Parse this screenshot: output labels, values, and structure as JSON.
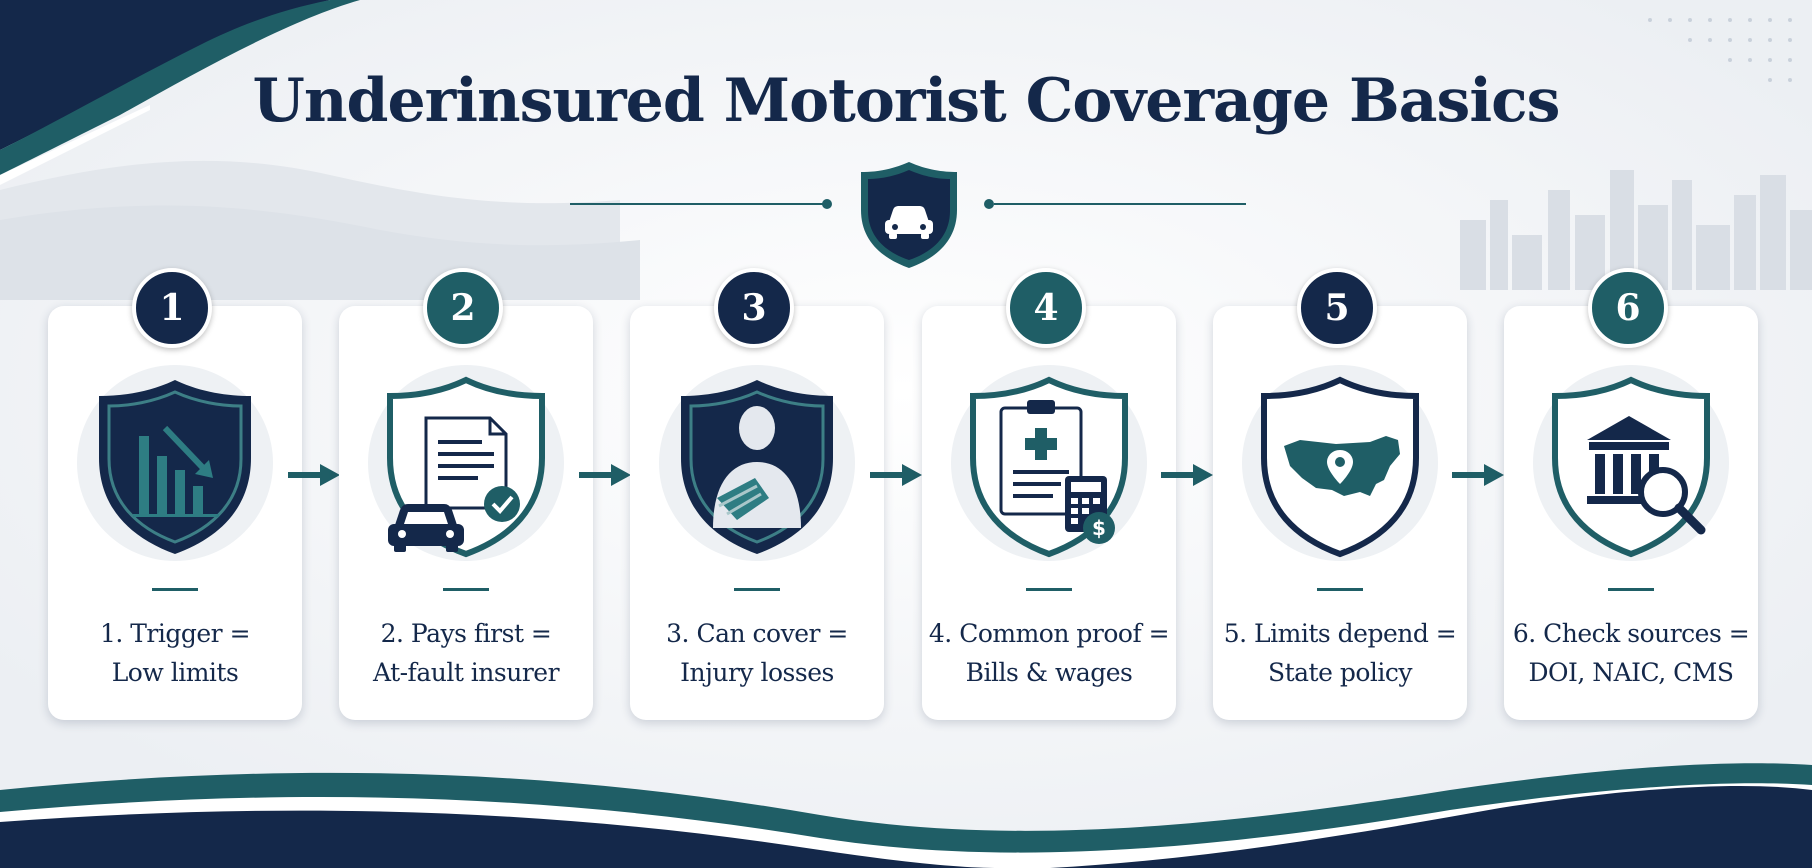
{
  "title": "Underinsured Motorist Coverage Basics",
  "colors": {
    "navy": "#14284a",
    "teal": "#1f5e66",
    "light": "#e9edf2"
  },
  "steps": [
    {
      "number": "1",
      "line1": "1. Trigger =",
      "line2": "Low limits",
      "icon": "falling-chart-shield-icon",
      "badge_color": "#14284a"
    },
    {
      "number": "2",
      "line1": "2. Pays first =",
      "line2": "At-fault insurer",
      "icon": "document-car-check-shield-icon",
      "badge_color": "#1f5e66"
    },
    {
      "number": "3",
      "line1": "3. Can cover =",
      "line2": "Injury losses",
      "icon": "injured-person-shield-icon",
      "badge_color": "#14284a"
    },
    {
      "number": "4",
      "line1": "4. Common proof =",
      "line2": "Bills & wages",
      "icon": "medical-bill-calculator-shield-icon",
      "badge_color": "#1f5e66"
    },
    {
      "number": "5",
      "line1": "5. Limits depend =",
      "line2": "State policy",
      "icon": "us-map-pin-shield-icon",
      "badge_color": "#14284a"
    },
    {
      "number": "6",
      "line1": "6. Check sources =",
      "line2": "DOI, NAIC, CMS",
      "icon": "government-building-search-shield-icon",
      "badge_color": "#1f5e66"
    }
  ]
}
